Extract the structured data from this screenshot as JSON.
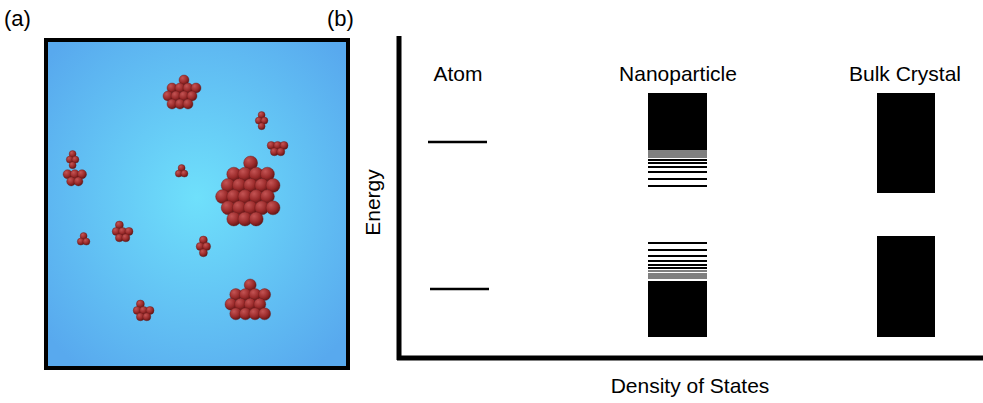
{
  "diagram": {
    "labels": [
      "(a)",
      "(b)",
      "Atom",
      "Nanoparticle",
      "Bulk Crystal",
      "Energy",
      "Density of States"
    ]
  }
}
